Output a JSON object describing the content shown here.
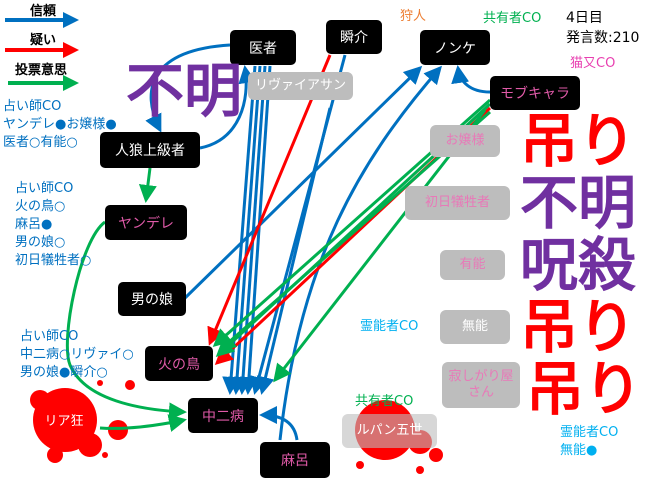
{
  "legend": {
    "trust": "信頼",
    "doubt": "疑い",
    "vote": "投票意思"
  },
  "colors": {
    "trust": "#0070c0",
    "doubt": "#ff0000",
    "vote": "#00b050",
    "result_purple": "#7030a0",
    "result_red": "#ff0000"
  },
  "status": {
    "day": "4日目",
    "posts": "発言数:210"
  },
  "nodes": {
    "isha": "医者",
    "shunsuke": "瞬介",
    "nonke": "ノンケ",
    "mobchara": "モブキャラ",
    "jinrou": "人狼上級者",
    "yandere": "ヤンデレ",
    "otokonoko": "男の娘",
    "hinotori": "火の鳥",
    "chuunibyou": "中二病",
    "maro": "麻呂"
  },
  "dead": {
    "leviathan": "リヴァイアサン",
    "ojousama": "お嬢様",
    "shonichi": "初日犠牲者",
    "yuunou": "有能",
    "munou": "無能",
    "sabishigari": "寂しがり屋さん",
    "riakyou": "リア狂",
    "lupin": "ルパン五世"
  },
  "results": {
    "leviathan": "不明",
    "ojousama": "吊り",
    "shonichi": "不明",
    "yuunou": "呪殺",
    "munou": "吊り",
    "sabishigari": "吊り"
  },
  "roles": {
    "hunter": "狩人",
    "kyouyuu_nonke": "共有者CO",
    "nekomata": "猫又CO",
    "kyouyuu_lupin": "共有者CO",
    "reinou_munou": "霊能者CO",
    "reinou_sabishigari": "霊能者CO",
    "reinou_result": "無能●"
  },
  "notes": {
    "seer1": [
      "占い師CO",
      "ヤンデレ●お嬢様●",
      "医者○有能○"
    ],
    "seer2": [
      "占い師CO",
      "火の鳥○",
      "麻呂●",
      "男の娘○",
      "初日犠牲者○"
    ],
    "seer3": [
      "占い師CO",
      "中二病○リヴァイ○",
      "男の娘●瞬介○"
    ]
  }
}
